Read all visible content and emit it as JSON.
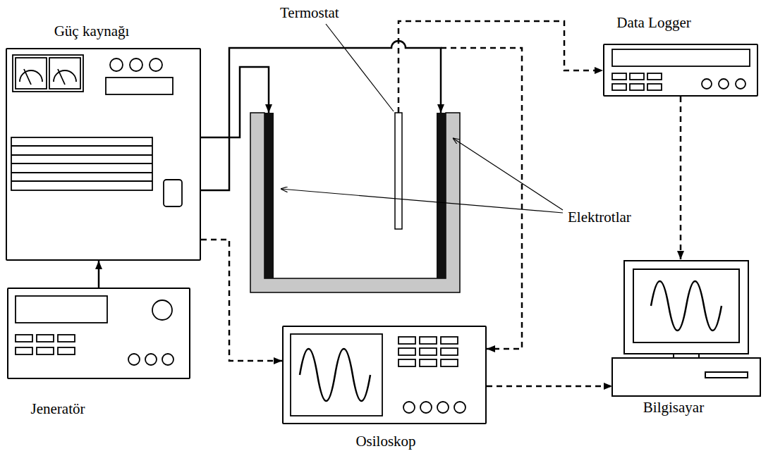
{
  "diagram": {
    "nodes": [
      {
        "text": [
          "Güç kaynağı"
        ]
      },
      {
        "text": [
          "Data Logger"
        ]
      },
      {
        "text": [
          "Bilgisayar"
        ]
      },
      {
        "text": [
          "Jeneratör"
        ]
      },
      {
        "text": [
          "Osiloskop"
        ]
      }
    ],
    "edges": [
      {
        "from": 3,
        "to": 0,
        "arrow": "to"
      },
      {
        "from": 0,
        "to": 4,
        "arrow": "to"
      },
      {
        "from": 1,
        "to": 2,
        "arrow": "to"
      },
      {
        "from": 4,
        "to": 2,
        "arrow": "to"
      }
    ],
    "labels": [
      "Termostat",
      "Elektrotlar"
    ]
  }
}
